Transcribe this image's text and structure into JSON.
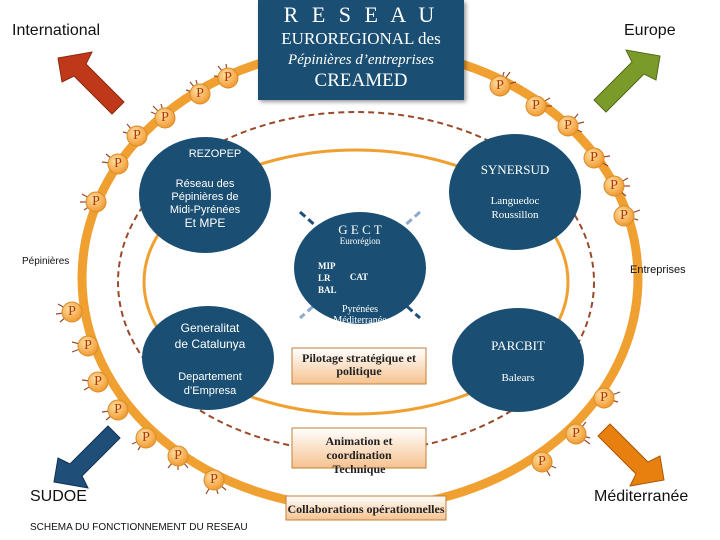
{
  "title": {
    "line1": "R E S E A U",
    "line2": "EUROREGIONAL des",
    "line3": "Pépinières d’entreprises",
    "line4": "CREAMED"
  },
  "corners": {
    "international": "International",
    "europe": "Europe",
    "sudoe": "SUDOE",
    "mediterranee": "Méditerranée"
  },
  "footer": "SCHEMA DU FONCTIONNEMENT DU RESEAU",
  "side_labels": {
    "pepinieres": "Pépinières",
    "entreprises": "Entreprises"
  },
  "rezopep": {
    "name": "REZOPEP",
    "desc1": "Réseau des",
    "desc2": "Pépinières de",
    "desc3": "Midi-Pyrénées",
    "desc4": "Et MPE"
  },
  "synersud": {
    "name": "SYNERSUD",
    "desc1": "Languedoc",
    "desc2": "Roussillon"
  },
  "gect": {
    "name": "G E C T",
    "sub": "Eurorégion",
    "rows": [
      "MIP",
      "LR",
      "BAL"
    ],
    "cat": "CAT",
    "bottom1": "Pyrénées",
    "bottom2": "Méditerranée"
  },
  "generalitat": {
    "name1": "Generalitat",
    "name2": "de Catalunya",
    "desc1": "Departement",
    "desc2": "d’Empresa"
  },
  "parcbit": {
    "name": "PARCBIT",
    "desc": "Balears"
  },
  "labels": {
    "pilotage1": "Pilotage stratégique et",
    "pilotage2": "politique",
    "animation1": "Animation et coordination",
    "animation2": "Technique",
    "collab": "Collaborations opérationnelles"
  },
  "p_letter": "P",
  "colors": {
    "navy": "#1a4f73",
    "outer_ring": "#f0a030",
    "p_circle": "#f7b24a",
    "arrow_international": "#c0381a",
    "arrow_europe": "#7a9a2a",
    "arrow_sudoe": "#1f4e79",
    "arrow_mediterranee": "#e8800f"
  }
}
